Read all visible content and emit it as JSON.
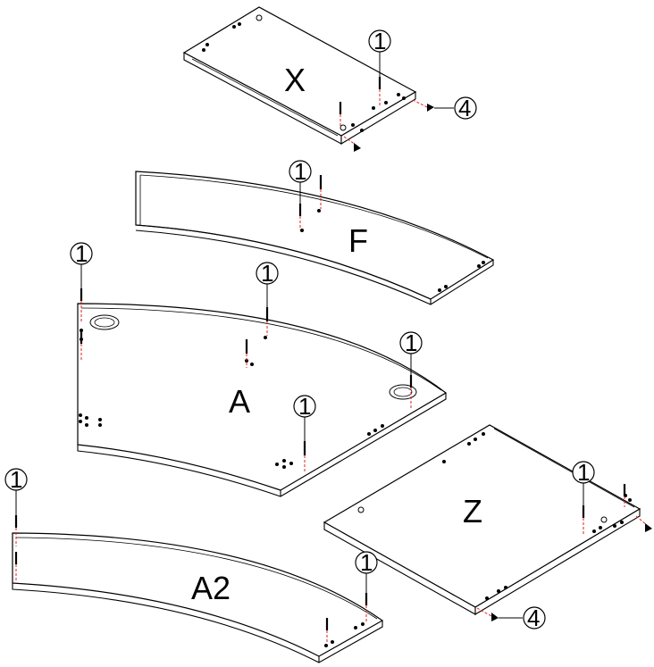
{
  "panels": {
    "x": "X",
    "f": "F",
    "a": "A",
    "z": "Z",
    "a2": "A2"
  },
  "callouts": {
    "dowel": "1",
    "cam": "4"
  },
  "colors": {
    "line": "#000000",
    "guide": "#e02020"
  }
}
